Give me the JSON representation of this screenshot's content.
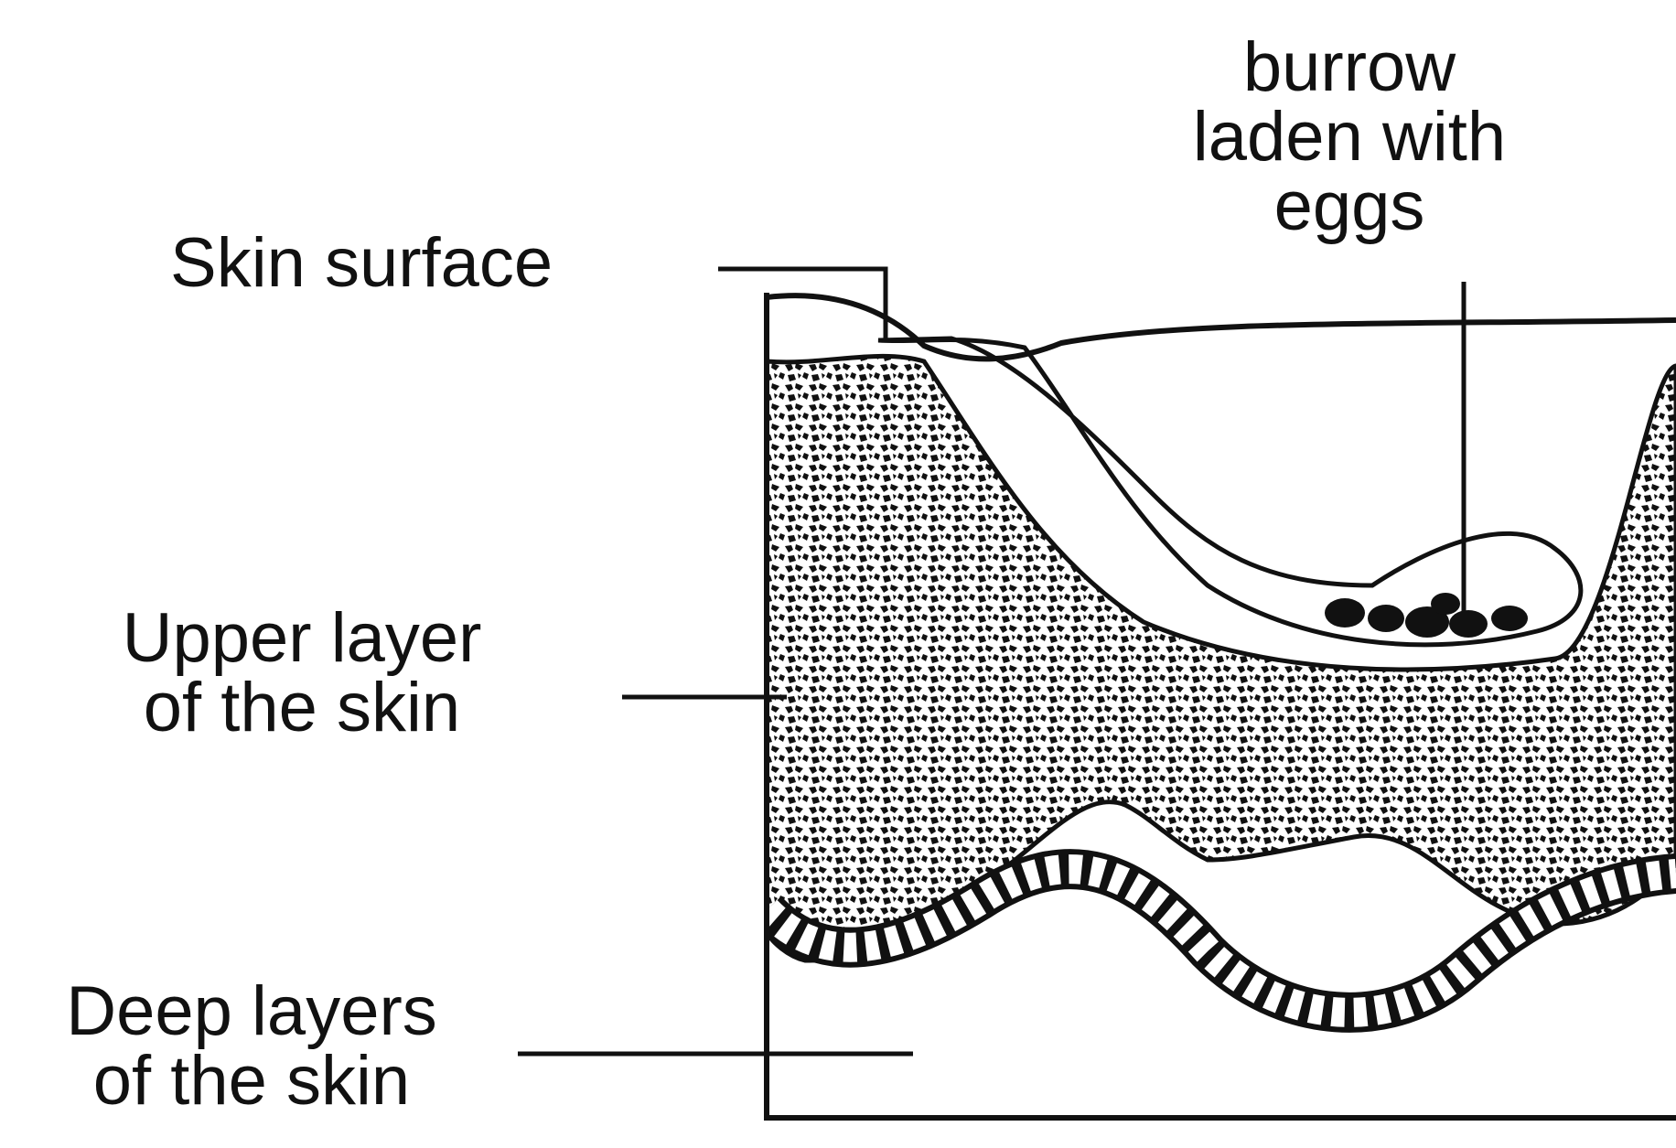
{
  "labels": {
    "burrow": [
      "burrow",
      "laden with",
      "eggs"
    ],
    "skin_surface": [
      "Skin surface"
    ],
    "upper_layer": [
      "Upper layer",
      "of the skin"
    ],
    "deep_layers": [
      "Deep layers",
      "of the skin"
    ]
  },
  "colors": {
    "ink": "#111111",
    "paper": "#ffffff"
  }
}
